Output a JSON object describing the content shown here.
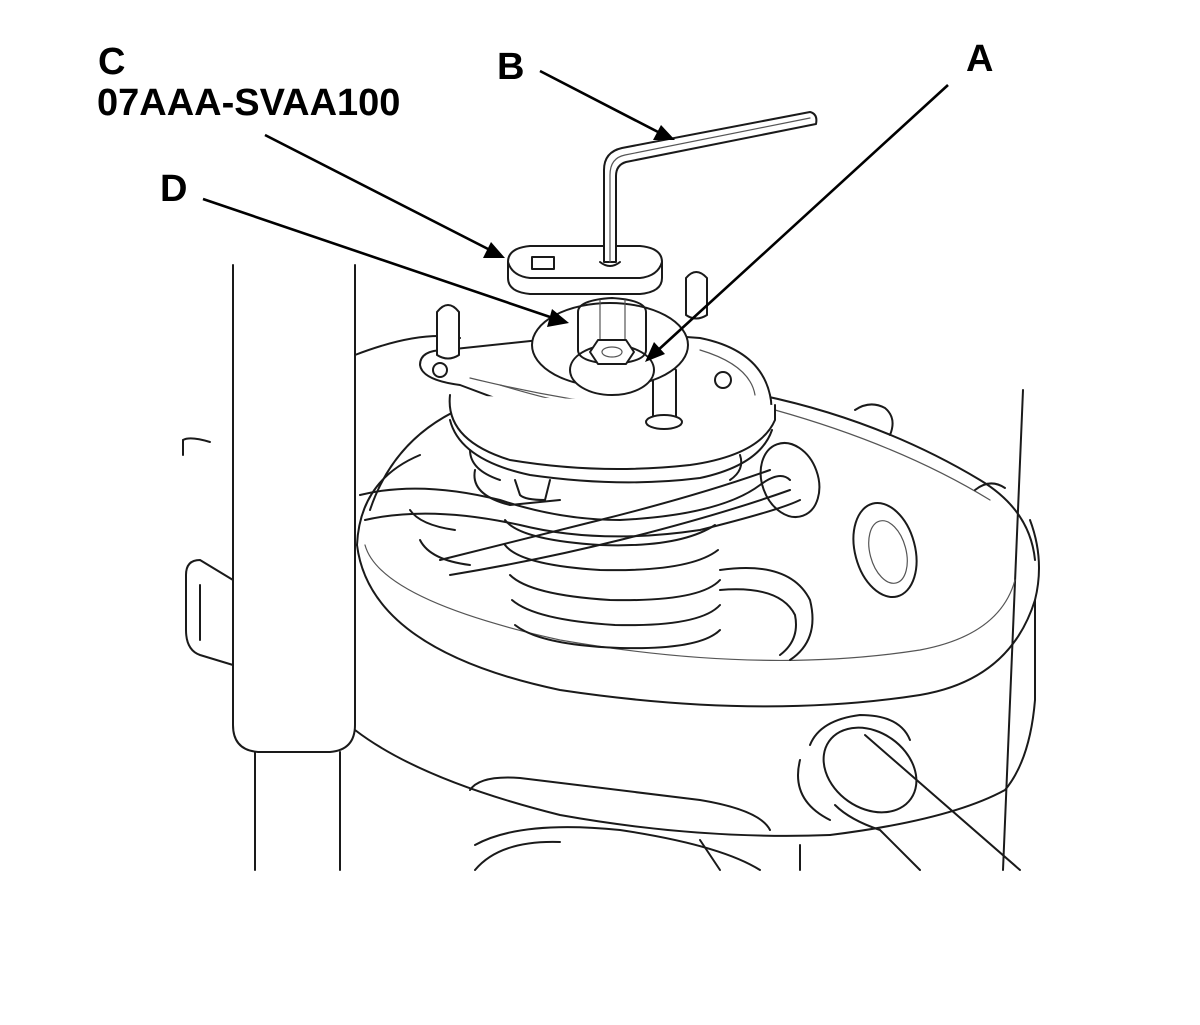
{
  "callouts": {
    "a": "A",
    "b": "B",
    "c": "C",
    "c_part_number": "07AAA-SVAA100",
    "d": "D"
  },
  "colors": {
    "line": "#1a1a1a",
    "secondary_line": "#555555",
    "leader": "#000000",
    "background": "#ffffff"
  }
}
